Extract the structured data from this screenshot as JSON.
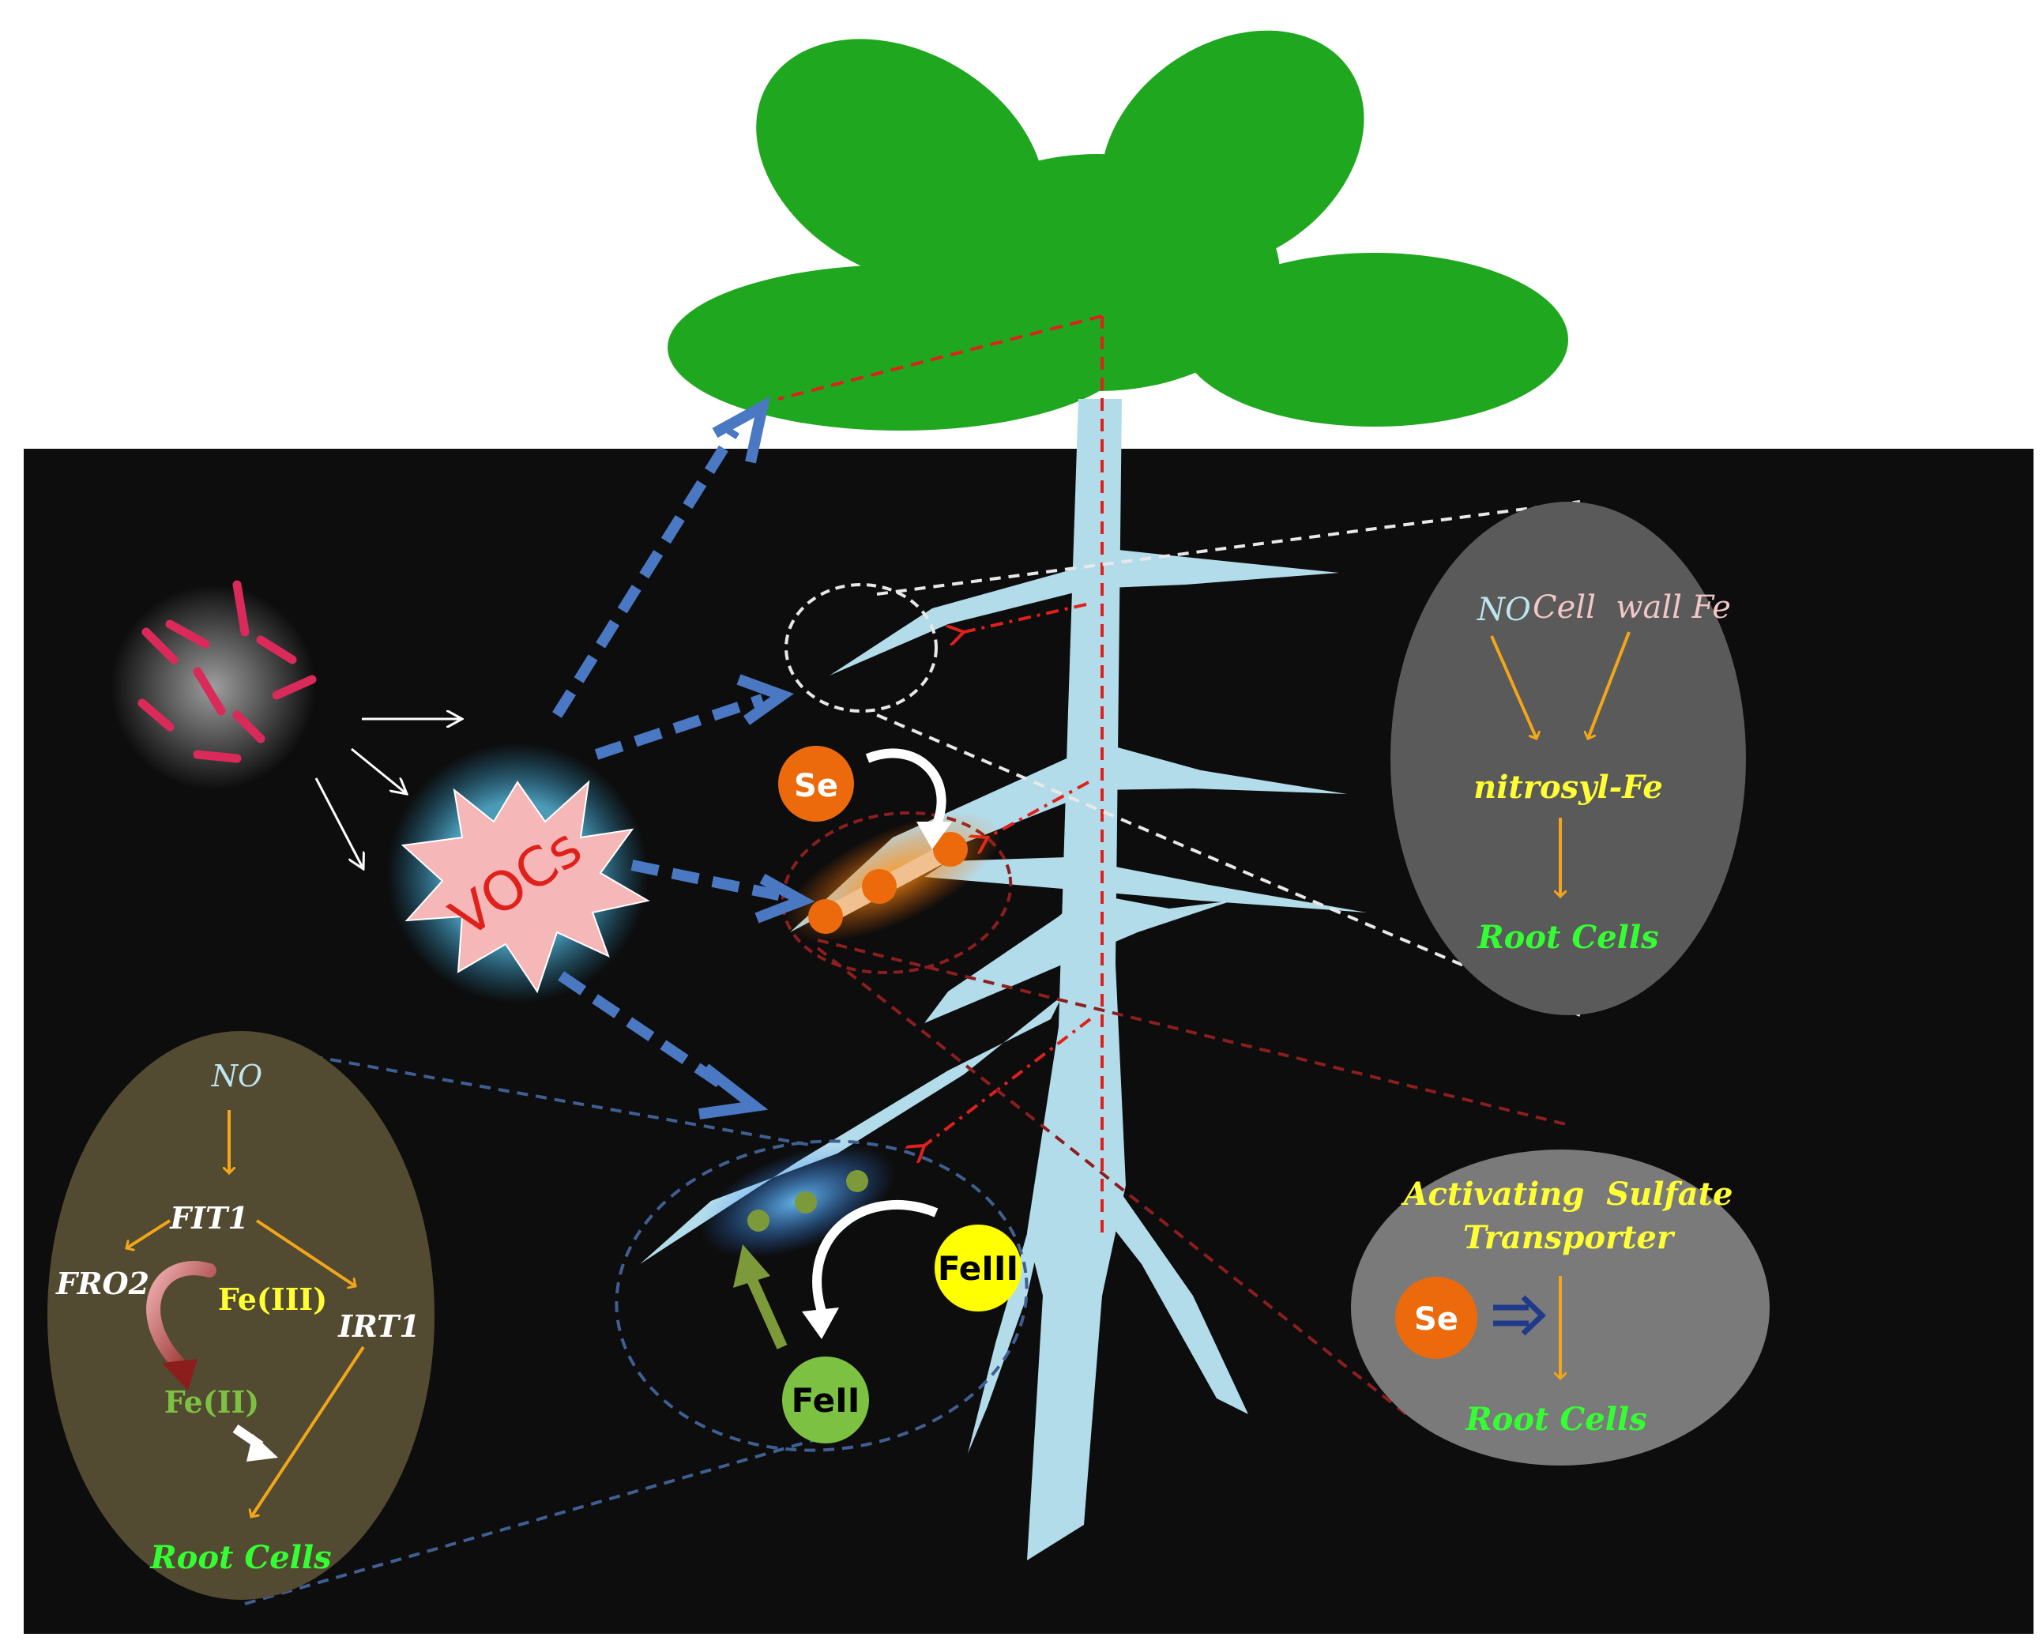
{
  "vocs_label": "VOCs",
  "se_label": "Se",
  "fe3_label": "FeIII",
  "fe2_label": "FeII",
  "top_right": {
    "no": "NO",
    "cell_wall_fe": "Cell  wall Fe",
    "nitrosyl_fe": "nitrosyl-Fe",
    "root_cells": "Root Cells"
  },
  "bottom_right": {
    "line1": "Activating  Sulfate",
    "line2": "Transporter",
    "se": "Se",
    "root_cells": "Root Cells"
  },
  "bottom_left": {
    "no": "NO",
    "fit1": "FIT1",
    "fro2": "FRO2",
    "fe_iii": "Fe(III)",
    "irt1": "IRT1",
    "fe_ii": "Fe(II)",
    "root_cells": "Root Cells"
  },
  "colors": {
    "soil": "#0d0d0d",
    "leaf": "#1fa71f",
    "root": "#b3dceb",
    "arrow_blue": "#4a78c2",
    "red_dash": "#e0201b",
    "orange_arrow": "#f2a619",
    "label_yellow": "#ffff33",
    "label_green": "#33ff33",
    "se_orange": "#ec6a0c",
    "fe3_yellow": "#ffff00",
    "fe2_green": "#7dc142",
    "bubble_grey": "#5a5a5a",
    "bubble_olive": "#534a32",
    "bacteria_pink": "#d92a5a"
  }
}
